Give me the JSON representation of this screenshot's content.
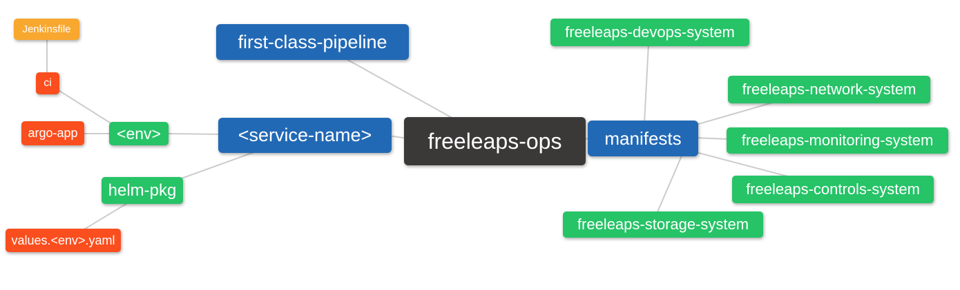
{
  "diagram": {
    "type": "mindmap",
    "root": "freeleaps-ops",
    "palette": {
      "root_bg": "#3b3838",
      "branch_bg": "#2269b5",
      "leaf_green_bg": "#26c367",
      "leaf_red_bg": "#fa4e1e",
      "leaf_orange_bg": "#f8a72f",
      "text_color": "#ffffff",
      "edge_color": "#cccccc",
      "background": "#ffffff"
    },
    "nodes": [
      {
        "id": "jenkinsfile",
        "label": "Jenkinsfile",
        "color": "orange",
        "role": "leaf"
      },
      {
        "id": "ci",
        "label": "ci",
        "color": "red",
        "role": "leaf"
      },
      {
        "id": "argo-app",
        "label": "argo-app",
        "color": "red",
        "role": "leaf"
      },
      {
        "id": "env",
        "label": "<env>",
        "color": "green",
        "role": "branch"
      },
      {
        "id": "first-class-pipeline",
        "label": "first-class-pipeline",
        "color": "blue",
        "role": "branch"
      },
      {
        "id": "service-name",
        "label": "<service-name>",
        "color": "blue",
        "role": "branch"
      },
      {
        "id": "freeleaps-ops",
        "label": "freeleaps-ops",
        "color": "dark",
        "role": "root"
      },
      {
        "id": "manifests",
        "label": "manifests",
        "color": "blue",
        "role": "branch"
      },
      {
        "id": "devops-system",
        "label": "freeleaps-devops-system",
        "color": "green",
        "role": "leaf"
      },
      {
        "id": "network-system",
        "label": "freeleaps-network-system",
        "color": "green",
        "role": "leaf"
      },
      {
        "id": "monitoring-system",
        "label": "freeleaps-monitoring-system",
        "color": "green",
        "role": "leaf"
      },
      {
        "id": "controls-system",
        "label": "freeleaps-controls-system",
        "color": "green",
        "role": "leaf"
      },
      {
        "id": "storage-system",
        "label": "freeleaps-storage-system",
        "color": "green",
        "role": "leaf"
      },
      {
        "id": "helm-pkg",
        "label": "helm-pkg",
        "color": "green",
        "role": "branch"
      },
      {
        "id": "values-env-yaml",
        "label": "values.<env>.yaml",
        "color": "red",
        "role": "leaf"
      }
    ],
    "edges": [
      {
        "from": "jenkinsfile",
        "to": "ci"
      },
      {
        "from": "ci",
        "to": "env"
      },
      {
        "from": "argo-app",
        "to": "env"
      },
      {
        "from": "env",
        "to": "service-name"
      },
      {
        "from": "helm-pkg",
        "to": "service-name"
      },
      {
        "from": "values-env-yaml",
        "to": "helm-pkg"
      },
      {
        "from": "first-class-pipeline",
        "to": "freeleaps-ops"
      },
      {
        "from": "service-name",
        "to": "freeleaps-ops"
      },
      {
        "from": "freeleaps-ops",
        "to": "manifests"
      },
      {
        "from": "manifests",
        "to": "devops-system"
      },
      {
        "from": "manifests",
        "to": "network-system"
      },
      {
        "from": "manifests",
        "to": "monitoring-system"
      },
      {
        "from": "manifests",
        "to": "controls-system"
      },
      {
        "from": "manifests",
        "to": "storage-system"
      }
    ]
  }
}
